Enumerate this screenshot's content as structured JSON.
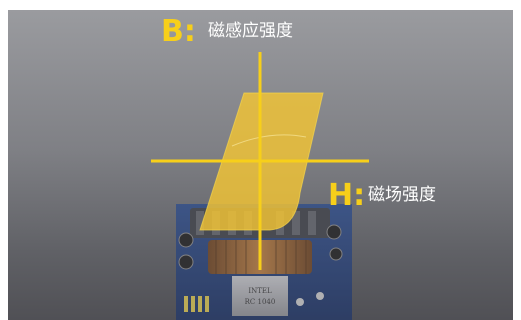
{
  "labels": {
    "b_letter": "B:",
    "b_text": "磁感应强度",
    "h_letter": "H:",
    "h_text": "磁场强度"
  },
  "board_print": {
    "line1": "INTEL",
    "line2": "RC 1040"
  },
  "colors": {
    "accent": "#f7cf1a",
    "loop_fill": "#f3c535",
    "label_text": "#ffffff",
    "board_blue": "#1d3b7c"
  },
  "icons": {
    "transformer": "circuit-board-photo"
  }
}
